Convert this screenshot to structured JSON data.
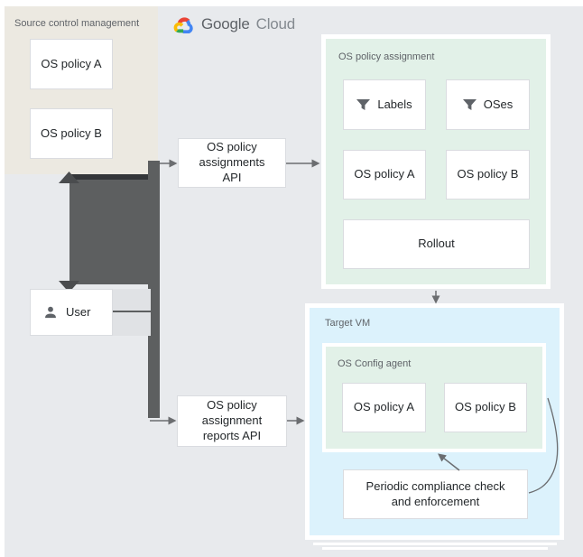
{
  "brand": {
    "google": "Google",
    "cloud": "Cloud"
  },
  "source_control": {
    "title": "Source control management",
    "policy_a": "OS policy A",
    "policy_b": "OS policy B"
  },
  "user": {
    "label": "User"
  },
  "apis": {
    "assignments": "OS policy assignments API",
    "reports": "OS policy assignment reports API"
  },
  "assignment": {
    "title": "OS policy assignment",
    "filter_labels": "Labels",
    "filter_oses": "OSes",
    "policy_a": "OS policy A",
    "policy_b": "OS policy B",
    "rollout": "Rollout"
  },
  "target_vm": {
    "title": "Target VM",
    "agent_title": "OS Config agent",
    "policy_a": "OS policy A",
    "policy_b": "OS policy B",
    "compliance": "Periodic compliance check and enforcement"
  },
  "colors": {
    "background": "#e8eaed",
    "source_control_bg": "#ece9e1",
    "assignment_bg": "#e2f1e8",
    "target_vm_bg": "#dcf2fc",
    "dark_connector": "#5d5f60",
    "card_border": "#dadce0",
    "zone_label_text": "#5f6368",
    "arrow": "#6b6d70",
    "google_blue": "#4285f4",
    "google_red": "#ea4335",
    "google_yellow": "#fbbc05",
    "google_green": "#34a853"
  }
}
